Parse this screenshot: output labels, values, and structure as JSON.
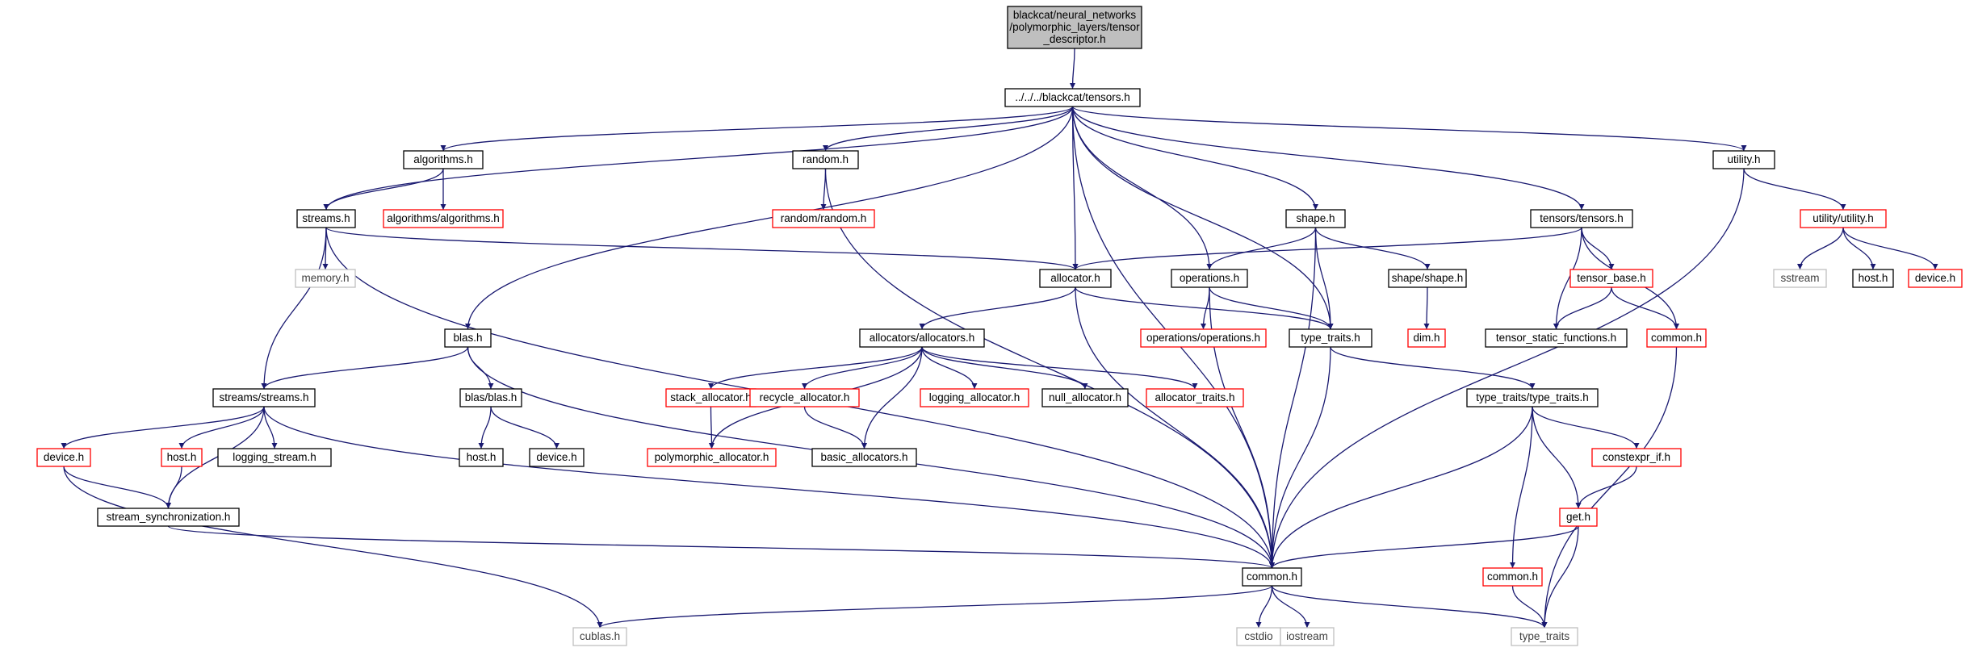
{
  "colors": {
    "edge": "#191970",
    "border_normal": "#000000",
    "border_truncated": "#ff0000",
    "border_missing": "#bfbfbf",
    "root_fill": "#bfbfbf",
    "text_normal": "#000000",
    "text_missing": "#404040"
  },
  "nodes": [
    {
      "id": "root",
      "lines": [
        "blackcat/neural_networks",
        "/polymorphic_layers/tensor",
        "_descriptor.h"
      ],
      "style": "root"
    },
    {
      "id": "tensors",
      "lines": [
        "../../../blackcat/tensors.h"
      ],
      "style": "normal"
    },
    {
      "id": "algorithms",
      "lines": [
        "algorithms.h"
      ],
      "style": "normal"
    },
    {
      "id": "random",
      "lines": [
        "random.h"
      ],
      "style": "normal"
    },
    {
      "id": "utility",
      "lines": [
        "utility.h"
      ],
      "style": "normal"
    },
    {
      "id": "streams",
      "lines": [
        "streams.h"
      ],
      "style": "normal"
    },
    {
      "id": "alg_alg",
      "lines": [
        "algorithms/algorithms.h"
      ],
      "style": "truncated"
    },
    {
      "id": "rand_rand",
      "lines": [
        "random/random.h"
      ],
      "style": "truncated"
    },
    {
      "id": "shape",
      "lines": [
        "shape.h"
      ],
      "style": "normal"
    },
    {
      "id": "tt_tensors",
      "lines": [
        "tensors/tensors.h"
      ],
      "style": "normal"
    },
    {
      "id": "util_util",
      "lines": [
        "utility/utility.h"
      ],
      "style": "truncated"
    },
    {
      "id": "memory",
      "lines": [
        "memory.h"
      ],
      "style": "missing"
    },
    {
      "id": "allocator",
      "lines": [
        "allocator.h"
      ],
      "style": "normal"
    },
    {
      "id": "operations",
      "lines": [
        "operations.h"
      ],
      "style": "normal"
    },
    {
      "id": "shape_shape",
      "lines": [
        "shape/shape.h"
      ],
      "style": "normal"
    },
    {
      "id": "tensor_base",
      "lines": [
        "tensor_base.h"
      ],
      "style": "truncated"
    },
    {
      "id": "sstream",
      "lines": [
        "sstream"
      ],
      "style": "missing"
    },
    {
      "id": "host1",
      "lines": [
        "host.h"
      ],
      "style": "normal"
    },
    {
      "id": "device1",
      "lines": [
        "device.h"
      ],
      "style": "truncated"
    },
    {
      "id": "blas",
      "lines": [
        "blas.h"
      ],
      "style": "normal"
    },
    {
      "id": "ops_ops",
      "lines": [
        "operations/operations.h"
      ],
      "style": "truncated"
    },
    {
      "id": "type_traits_h",
      "lines": [
        "type_traits.h"
      ],
      "style": "normal"
    },
    {
      "id": "dim",
      "lines": [
        "dim.h"
      ],
      "style": "truncated"
    },
    {
      "id": "tsf",
      "lines": [
        "tensor_static_functions.h"
      ],
      "style": "normal"
    },
    {
      "id": "common_red1",
      "lines": [
        "common.h"
      ],
      "style": "truncated"
    },
    {
      "id": "alloc_alloc",
      "lines": [
        "allocators/allocators.h"
      ],
      "style": "normal"
    },
    {
      "id": "streams_streams",
      "lines": [
        "streams/streams.h"
      ],
      "style": "normal"
    },
    {
      "id": "blas_blas",
      "lines": [
        "blas/blas.h"
      ],
      "style": "normal"
    },
    {
      "id": "stack_alloc",
      "lines": [
        "stack_allocator.h"
      ],
      "style": "truncated"
    },
    {
      "id": "recycle_alloc",
      "lines": [
        "recycle_allocator.h"
      ],
      "style": "truncated"
    },
    {
      "id": "logging_alloc",
      "lines": [
        "logging_allocator.h"
      ],
      "style": "truncated"
    },
    {
      "id": "null_alloc",
      "lines": [
        "null_allocator.h"
      ],
      "style": "normal"
    },
    {
      "id": "alloc_traits",
      "lines": [
        "allocator_traits.h"
      ],
      "style": "truncated"
    },
    {
      "id": "tt_tt",
      "lines": [
        "type_traits/type_traits.h"
      ],
      "style": "normal"
    },
    {
      "id": "device2",
      "lines": [
        "device.h"
      ],
      "style": "truncated"
    },
    {
      "id": "host2",
      "lines": [
        "host.h"
      ],
      "style": "truncated"
    },
    {
      "id": "logging_stream",
      "lines": [
        "logging_stream.h"
      ],
      "style": "normal"
    },
    {
      "id": "host3",
      "lines": [
        "host.h"
      ],
      "style": "normal"
    },
    {
      "id": "device3",
      "lines": [
        "device.h"
      ],
      "style": "normal"
    },
    {
      "id": "poly_alloc",
      "lines": [
        "polymorphic_allocator.h"
      ],
      "style": "truncated"
    },
    {
      "id": "basic_alloc",
      "lines": [
        "basic_allocators.h"
      ],
      "style": "normal"
    },
    {
      "id": "constexpr_if",
      "lines": [
        "constexpr_if.h"
      ],
      "style": "truncated"
    },
    {
      "id": "stream_sync",
      "lines": [
        "stream_synchronization.h"
      ],
      "style": "normal"
    },
    {
      "id": "get",
      "lines": [
        "get.h"
      ],
      "style": "truncated"
    },
    {
      "id": "common_main",
      "lines": [
        "common.h"
      ],
      "style": "normal"
    },
    {
      "id": "common_red2",
      "lines": [
        "common.h"
      ],
      "style": "truncated"
    },
    {
      "id": "cublas",
      "lines": [
        "cublas.h"
      ],
      "style": "missing"
    },
    {
      "id": "cstdio",
      "lines": [
        "cstdio"
      ],
      "style": "missing"
    },
    {
      "id": "iostream",
      "lines": [
        "iostream"
      ],
      "style": "missing"
    },
    {
      "id": "type_traits",
      "lines": [
        "type_traits"
      ],
      "style": "missing"
    }
  ],
  "edges": [
    [
      "root",
      "tensors"
    ],
    [
      "tensors",
      "algorithms"
    ],
    [
      "tensors",
      "random"
    ],
    [
      "tensors",
      "utility"
    ],
    [
      "tensors",
      "streams"
    ],
    [
      "tensors",
      "shape"
    ],
    [
      "tensors",
      "tt_tensors"
    ],
    [
      "tensors",
      "allocator"
    ],
    [
      "tensors",
      "operations"
    ],
    [
      "tensors",
      "blas"
    ],
    [
      "tensors",
      "type_traits_h"
    ],
    [
      "tensors",
      "common_main"
    ],
    [
      "algorithms",
      "streams"
    ],
    [
      "algorithms",
      "alg_alg"
    ],
    [
      "random",
      "rand_rand"
    ],
    [
      "random",
      "common_main"
    ],
    [
      "utility",
      "util_util"
    ],
    [
      "utility",
      "common_main"
    ],
    [
      "util_util",
      "sstream"
    ],
    [
      "util_util",
      "host1"
    ],
    [
      "util_util",
      "device1"
    ],
    [
      "streams",
      "memory"
    ],
    [
      "streams",
      "allocator"
    ],
    [
      "streams",
      "streams_streams"
    ],
    [
      "streams",
      "common_main"
    ],
    [
      "shape",
      "operations"
    ],
    [
      "shape",
      "shape_shape"
    ],
    [
      "shape",
      "type_traits_h"
    ],
    [
      "shape",
      "common_main"
    ],
    [
      "shape_shape",
      "dim"
    ],
    [
      "tt_tensors",
      "allocator"
    ],
    [
      "tt_tensors",
      "tensor_base"
    ],
    [
      "tt_tensors",
      "tsf"
    ],
    [
      "tt_tensors",
      "common_red1"
    ],
    [
      "tensor_base",
      "tsf"
    ],
    [
      "tensor_base",
      "common_red1"
    ],
    [
      "common_red1",
      "type_traits"
    ],
    [
      "allocator",
      "alloc_alloc"
    ],
    [
      "allocator",
      "type_traits_h"
    ],
    [
      "allocator",
      "common_main"
    ],
    [
      "operations",
      "ops_ops"
    ],
    [
      "operations",
      "type_traits_h"
    ],
    [
      "operations",
      "common_main"
    ],
    [
      "type_traits_h",
      "tt_tt"
    ],
    [
      "type_traits_h",
      "common_main"
    ],
    [
      "blas",
      "streams_streams"
    ],
    [
      "blas",
      "blas_blas"
    ],
    [
      "blas",
      "common_main"
    ],
    [
      "blas_blas",
      "host3"
    ],
    [
      "blas_blas",
      "device3"
    ],
    [
      "alloc_alloc",
      "stack_alloc"
    ],
    [
      "alloc_alloc",
      "recycle_alloc"
    ],
    [
      "alloc_alloc",
      "logging_alloc"
    ],
    [
      "alloc_alloc",
      "null_alloc"
    ],
    [
      "alloc_alloc",
      "alloc_traits"
    ],
    [
      "alloc_alloc",
      "poly_alloc"
    ],
    [
      "alloc_alloc",
      "basic_alloc"
    ],
    [
      "stack_alloc",
      "poly_alloc"
    ],
    [
      "recycle_alloc",
      "basic_alloc"
    ],
    [
      "streams_streams",
      "device2"
    ],
    [
      "streams_streams",
      "host2"
    ],
    [
      "streams_streams",
      "logging_stream"
    ],
    [
      "streams_streams",
      "stream_sync"
    ],
    [
      "streams_streams",
      "common_main"
    ],
    [
      "device2",
      "stream_sync"
    ],
    [
      "device2",
      "cublas"
    ],
    [
      "host2",
      "stream_sync"
    ],
    [
      "stream_sync",
      "common_main"
    ],
    [
      "tt_tt",
      "constexpr_if"
    ],
    [
      "tt_tt",
      "get"
    ],
    [
      "tt_tt",
      "common_red2"
    ],
    [
      "tt_tt",
      "common_main"
    ],
    [
      "constexpr_if",
      "get"
    ],
    [
      "get",
      "common_main"
    ],
    [
      "get",
      "type_traits"
    ],
    [
      "common_red2",
      "type_traits"
    ],
    [
      "common_main",
      "cublas"
    ],
    [
      "common_main",
      "cstdio"
    ],
    [
      "common_main",
      "iostream"
    ],
    [
      "common_main",
      "type_traits"
    ]
  ]
}
